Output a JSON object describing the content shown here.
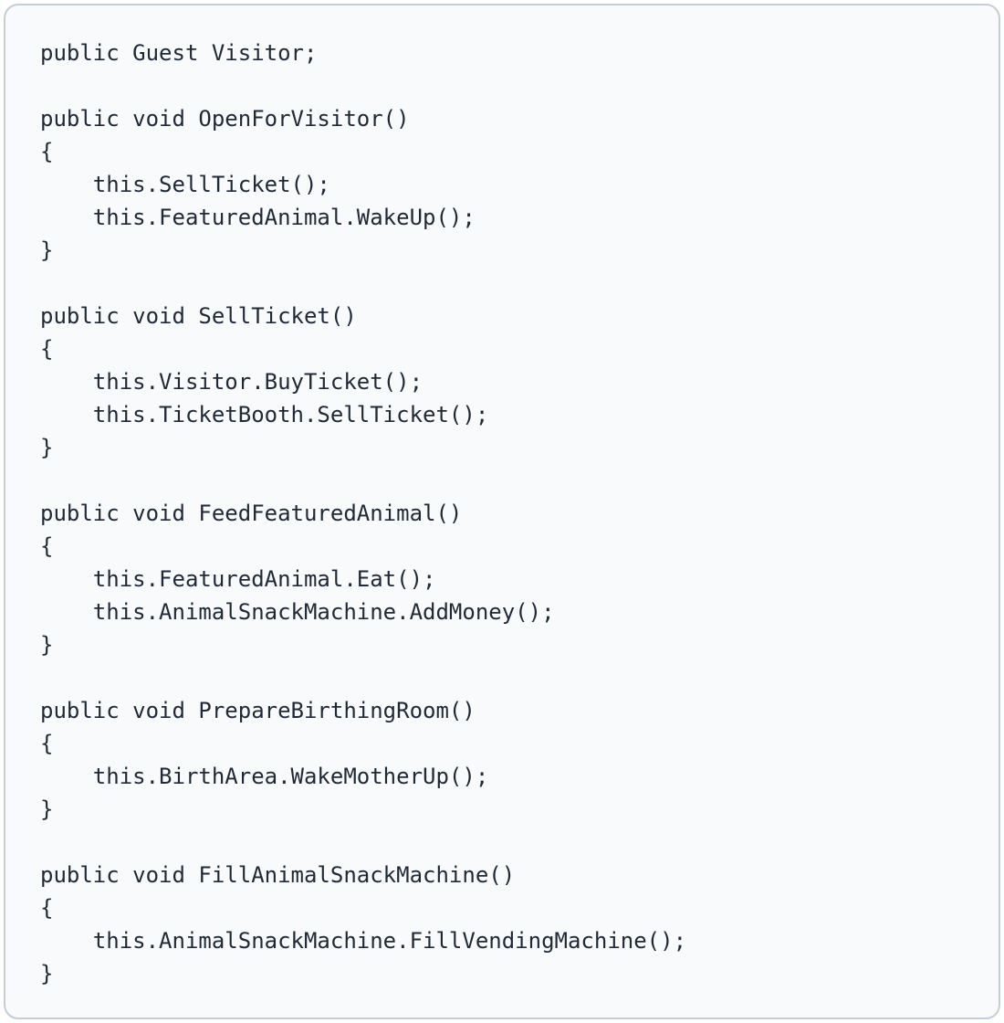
{
  "code": {
    "lines": [
      "public Guest Visitor;",
      "",
      "public void OpenForVisitor()",
      "{",
      "    this.SellTicket();",
      "    this.FeaturedAnimal.WakeUp();",
      "}",
      "",
      "public void SellTicket()",
      "{",
      "    this.Visitor.BuyTicket();",
      "    this.TicketBooth.SellTicket();",
      "}",
      "",
      "public void FeedFeaturedAnimal()",
      "{",
      "    this.FeaturedAnimal.Eat();",
      "    this.AnimalSnackMachine.AddMoney();",
      "}",
      "",
      "public void PrepareBirthingRoom()",
      "{",
      "    this.BirthArea.WakeMotherUp();",
      "}",
      "",
      "public void FillAnimalSnackMachine()",
      "{",
      "    this.AnimalSnackMachine.FillVendingMachine();",
      "}"
    ]
  }
}
